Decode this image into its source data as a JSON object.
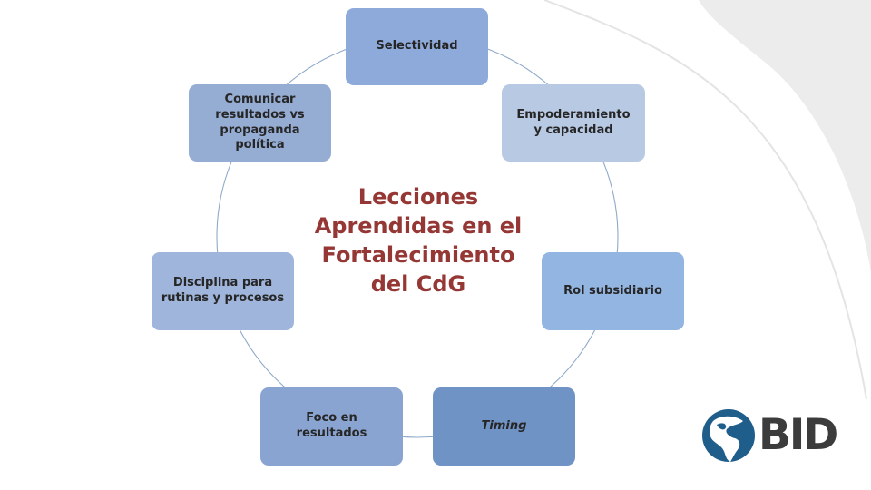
{
  "colors": {
    "title": "#953735",
    "ring": "#8eaac9",
    "node_dark": "#7f97c7",
    "node_light": "#b7c9e3",
    "node_mid": "#93b5e2",
    "node_timing": "#6f8fc2",
    "logo_globe": "#1f5d8a",
    "logo_text": "#3c3c3c",
    "swoosh": "#ececec"
  },
  "diagram": {
    "center_title": "Lecciones\nAprendidas en el\nFortalecimiento\ndel CdG",
    "nodes": [
      {
        "id": "selectividad",
        "label": "Selectividad",
        "color": "#8eaadb"
      },
      {
        "id": "empoderamiento",
        "label": "Empoderamiento\ny capacidad",
        "color": "#b7c9e3"
      },
      {
        "id": "rol-subsidiario",
        "label": "Rol subsidiario",
        "color": "#93b5e2"
      },
      {
        "id": "timing",
        "label": "Timing",
        "color": "#7093c6"
      },
      {
        "id": "foco-resultados",
        "label": "Foco  en\nresultados",
        "color": "#8aa4d2"
      },
      {
        "id": "disciplina",
        "label": "Disciplina para\nrutinas y procesos",
        "color": "#9fb5dc"
      },
      {
        "id": "comunicar",
        "label": "Comunicar\nresultados vs\npropaganda\npolítica",
        "color": "#95acd3"
      }
    ]
  },
  "logo": {
    "text": "BID",
    "icon": "globe-americas-icon"
  }
}
